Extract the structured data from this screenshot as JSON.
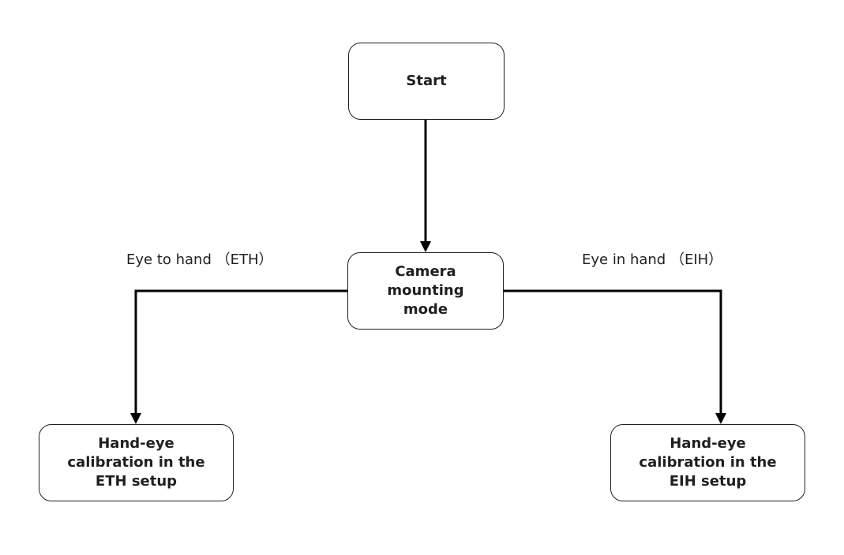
{
  "diagram": {
    "nodes": {
      "start": "Start",
      "mount": "Camera mounting mode",
      "eth": "Hand-eye calibration in the ETH setup",
      "eih": "Hand-eye calibration in the EIH setup"
    },
    "edges": {
      "start_to_mount": "",
      "mount_to_eth": "Eye to hand （ETH）",
      "mount_to_eih": "Eye in hand （EIH）"
    },
    "colors": {
      "stroke": "#1f1f1f",
      "background": "#ffffff"
    }
  }
}
